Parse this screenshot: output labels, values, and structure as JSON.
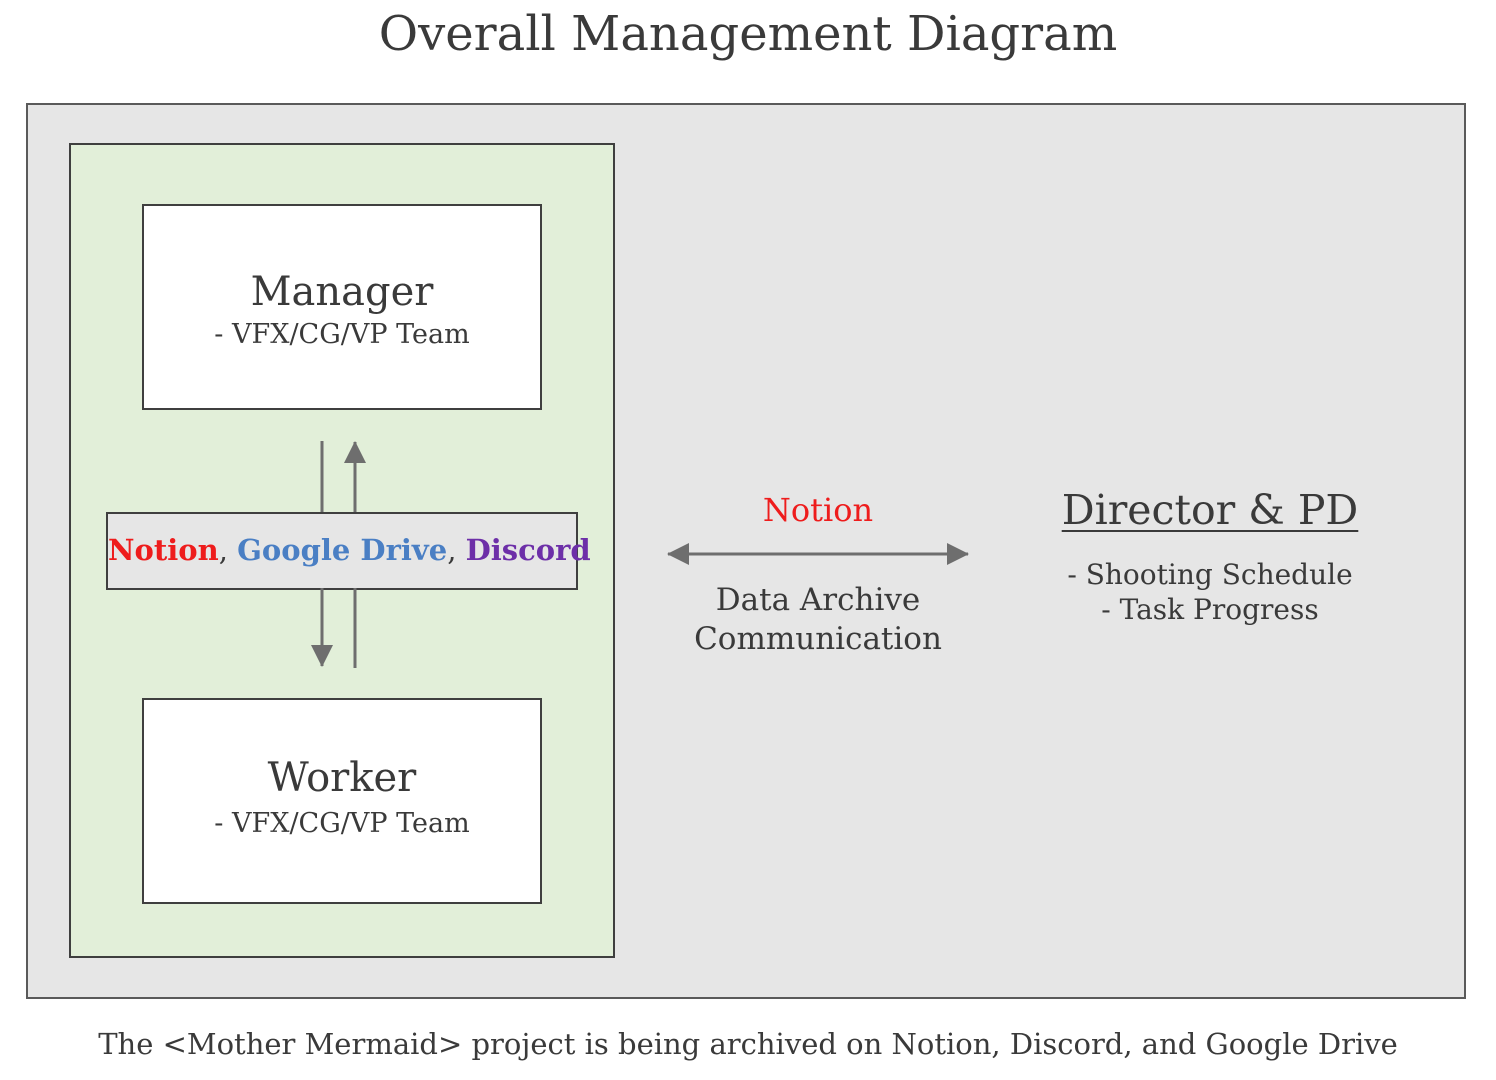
{
  "title": "Overall Management Diagram",
  "manager": {
    "name": "Manager",
    "team": "- VFX/CG/VP Team"
  },
  "worker": {
    "name": "Worker",
    "team": "- VFX/CG/VP Team"
  },
  "tools": {
    "notion": "Notion",
    "google_drive": "Google Drive",
    "discord": "Discord",
    "separator": ", "
  },
  "link": {
    "tool": "Notion",
    "purpose_lines": [
      "Data Archive",
      "Communication"
    ]
  },
  "director": {
    "title": "Director & PD",
    "items": [
      "- Shooting Schedule",
      "- Task Progress"
    ]
  },
  "caption": "The <Mother Mermaid> project is being archived on Notion, Discord, and Google Drive",
  "colors": {
    "background": "#e6e6e6",
    "team_panel": "#e2efd9",
    "notion": "#ee1c1c",
    "google_drive": "#4a7fc4",
    "discord": "#6d2fa8",
    "arrow": "#6e6e6e"
  }
}
